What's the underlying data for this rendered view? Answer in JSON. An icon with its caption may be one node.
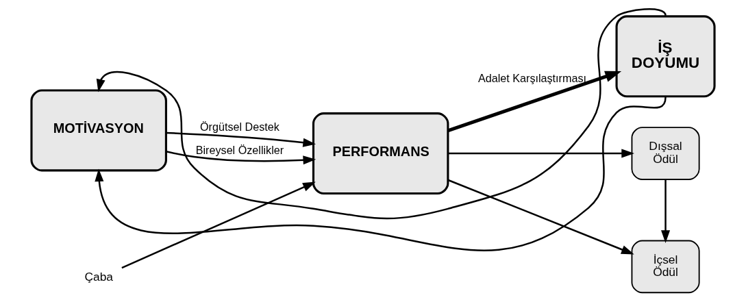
{
  "diagram": {
    "nodes": [
      {
        "text": [
          "MOTİVASYON"
        ]
      },
      {
        "text": [
          "PERFORMANS"
        ]
      },
      {
        "text": [
          "Dışsal Ödül"
        ]
      },
      {
        "text": [
          "İŞ DOYUMU"
        ]
      },
      {
        "text": [
          "İçsel Ödül"
        ]
      },
      {
        "text": [
          "Çaba"
        ]
      }
    ],
    "edges": [
      {
        "from": 0,
        "to": 1,
        "arrow": "to",
        "label": "Bireysel Özellikler"
      },
      {
        "from": 5,
        "to": 1,
        "arrow": "to"
      },
      {
        "from": 0,
        "to": 1,
        "arrow": "to",
        "label": "Örgütsel Destek"
      },
      {
        "from": 1,
        "to": 2,
        "arrow": "to"
      },
      {
        "from": 1,
        "to": 3,
        "arrow": "to",
        "label": "Adalet Karşılaştırması",
        "style": "thick"
      },
      {
        "from": 1,
        "to": 4,
        "arrow": "to"
      },
      {
        "from": 2,
        "to": 4,
        "arrow": "to"
      },
      {
        "from": 3,
        "to": 0,
        "arrow": "to"
      },
      {
        "from": 3,
        "to": 0,
        "arrow": "to"
      }
    ]
  }
}
